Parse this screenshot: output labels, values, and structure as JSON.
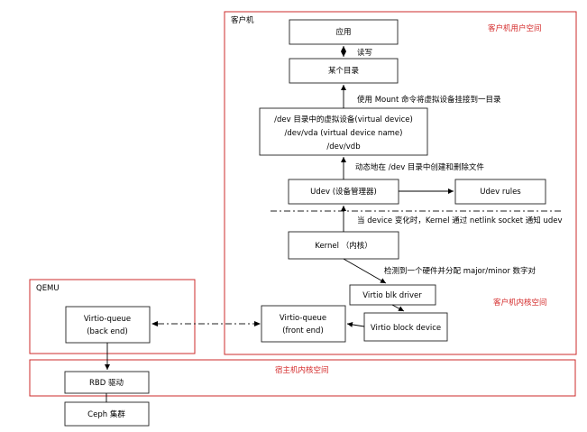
{
  "regions": {
    "guest": "客户机",
    "guest_user_space": "客户机用户空间",
    "guest_kernel_space": "客户机内核空间",
    "qemu": "QEMU",
    "host_kernel_space": "宿主机内核空间"
  },
  "boxes": {
    "app": "应用",
    "directory": "某个目录",
    "dev_line1": "/dev  目录中的虚拟设备(virtual device)",
    "dev_line2": "/dev/vda (virtual device name)",
    "dev_line3": "/dev/vdb",
    "udev": "Udev (设备管理器)",
    "udev_rules": "Udev rules",
    "kernel": "Kernel  （内核）",
    "virtio_blk_driver": "Virtio blk driver",
    "virtio_block_device": "Virtio block device",
    "front_line1": "Virtio-queue",
    "front_line2": "(front end)",
    "back_line1": "Virtio-queue",
    "back_line2": "(back end)",
    "rbd": "RBD  驱动",
    "ceph": "Ceph  集群"
  },
  "annotations": {
    "read_write": "读写",
    "mount": "使用 Mount 命令将虚拟设备挂接到一目录",
    "dynamic": "动态地在 /dev  目录中创建和删除文件",
    "notify": "当 device 变化时，Kernel  通过   netlink socket  通知   udev",
    "detect": "检测到一个硬件并分配 major/minor  数字对"
  }
}
